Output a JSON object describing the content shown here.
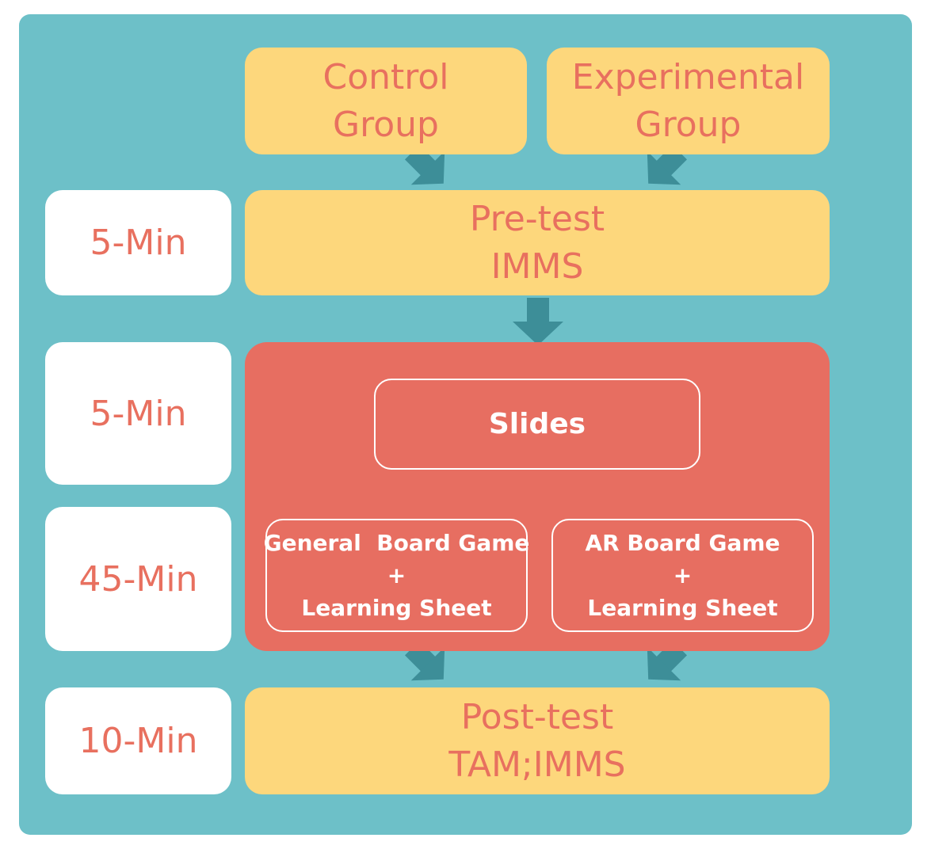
{
  "groups": {
    "control": [
      "Control",
      "Group"
    ],
    "experimental": [
      "Experimental",
      "Group"
    ]
  },
  "times": [
    "5-Min",
    "5-Min",
    "45-Min",
    "10-Min"
  ],
  "pretest": [
    "Pre-test",
    "IMMS"
  ],
  "slides": "Slides",
  "activities": {
    "general": [
      "General  Board Game",
      "+",
      "Learning Sheet"
    ],
    "ar": [
      "AR Board Game",
      "+",
      "Learning Sheet"
    ]
  },
  "posttest": [
    "Post-test",
    "TAM;IMMS"
  ],
  "colors": {
    "background": "#6dc0c8",
    "yellow_box": "#fdd77c",
    "red_panel": "#e76e61",
    "text_coral": "#e8705f",
    "arrow": "#3d8e98"
  }
}
